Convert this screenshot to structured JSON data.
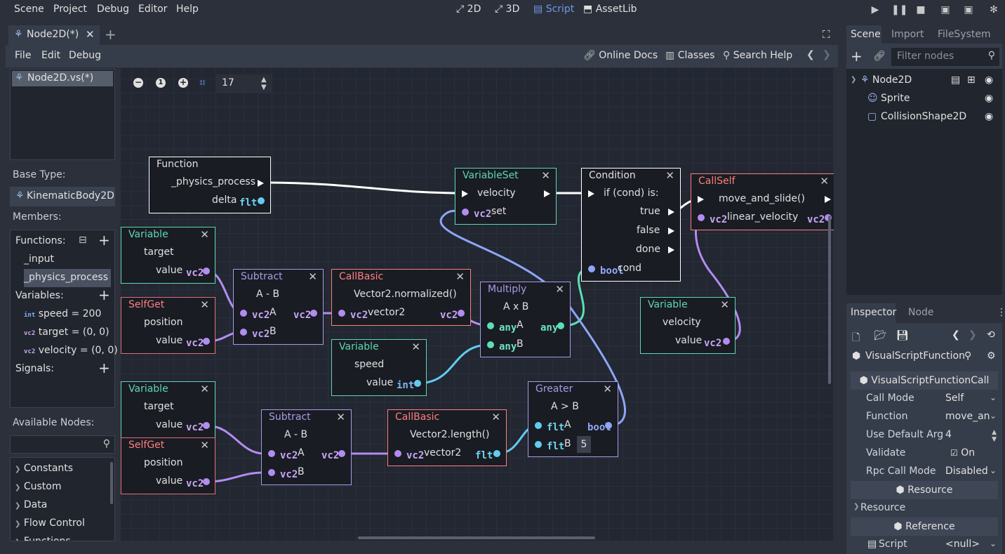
{
  "menu": {
    "scene": "Scene",
    "project": "Project",
    "debug": "Debug",
    "editor": "Editor",
    "help": "Help"
  },
  "workspaces": {
    "w2d": "2D",
    "w3d": "3D",
    "script": "Script",
    "assetlib": "AssetLib"
  },
  "tab": {
    "title": "Node2D(*)"
  },
  "script_menu": {
    "file": "File",
    "edit": "Edit",
    "debug": "Debug"
  },
  "help_bar": {
    "online_docs": "Online Docs",
    "classes": "Classes",
    "search_help": "Search Help"
  },
  "script_list": {
    "item": "Node2D.vs(*)"
  },
  "members": {
    "base_type_label": "Base Type:",
    "base_type": "KinematicBody2D",
    "members_label": "Members:",
    "functions_label": "Functions:",
    "functions": [
      "_input",
      "_physics_process"
    ],
    "variables_label": "Variables:",
    "variables": [
      {
        "type": "int",
        "text": "speed = 200"
      },
      {
        "type": "vc2",
        "text": "target = (0, 0)"
      },
      {
        "type": "vc2",
        "text": "velocity = (0, 0)"
      }
    ],
    "signals_label": "Signals:"
  },
  "available_nodes": {
    "label": "Available Nodes:",
    "items": [
      "Constants",
      "Custom",
      "Data",
      "Flow Control",
      "Functions"
    ]
  },
  "graph": {
    "zoom_value": "17",
    "nodes": {
      "function": {
        "title": "Function",
        "rows": [
          "_physics_process",
          "delta"
        ],
        "type": "flt"
      },
      "var_target1": {
        "title": "Variable",
        "name": "target",
        "out": "value",
        "type": "vc2"
      },
      "selfget1": {
        "title": "SelfGet",
        "name": "position",
        "out": "value",
        "type": "vc2"
      },
      "sub1": {
        "title": "Subtract",
        "op": "A - B",
        "a": "A",
        "b": "B"
      },
      "callbasic1": {
        "title": "CallBasic",
        "func": "Vector2.normalized()",
        "arg": "vector2"
      },
      "var_speed": {
        "title": "Variable",
        "name": "speed",
        "out": "value",
        "type": "int"
      },
      "multiply": {
        "title": "Multiply",
        "op": "A x B",
        "a": "A",
        "b": "B"
      },
      "varset": {
        "title": "VariableSet",
        "name": "velocity",
        "set": "set"
      },
      "condition": {
        "title": "Condition",
        "rows": [
          "if (cond) is:",
          "true",
          "false",
          "done",
          "cond"
        ]
      },
      "callself": {
        "title": "CallSelf",
        "func": "move_and_slide()",
        "arg": "linear_velocity"
      },
      "var_velocity": {
        "title": "Variable",
        "name": "velocity",
        "out": "value"
      },
      "var_target2": {
        "title": "Variable",
        "name": "target",
        "out": "value"
      },
      "selfget2": {
        "title": "SelfGet",
        "name": "position",
        "out": "value"
      },
      "sub2": {
        "title": "Subtract",
        "op": "A - B",
        "a": "A",
        "b": "B"
      },
      "callbasic2": {
        "title": "CallBasic",
        "func": "Vector2.length()",
        "arg": "vector2"
      },
      "greater": {
        "title": "Greater",
        "op": "A > B",
        "a": "A",
        "b": "B",
        "b_value": "5"
      }
    }
  },
  "scene_dock": {
    "tabs": [
      "Scene",
      "Import",
      "FileSystem"
    ],
    "filter_placeholder": "Filter nodes",
    "tree": [
      "Node2D",
      "Sprite",
      "CollisionShape2D"
    ]
  },
  "inspector": {
    "tabs": [
      "Inspector",
      "Node"
    ],
    "object": "VisualScriptFunction",
    "category": "VisualScriptFunctionCall",
    "props": [
      {
        "label": "Call Mode",
        "value": "Self"
      },
      {
        "label": "Function",
        "value": "move_an"
      },
      {
        "label": "Use Default Arg",
        "value": "4"
      },
      {
        "label": "Validate",
        "value": "On"
      },
      {
        "label": "Rpc Call Mode",
        "value": "Disabled"
      }
    ],
    "resource_cat": "Resource",
    "resource_prop": "Resource",
    "reference_cat": "Reference",
    "script_label": "Script",
    "script_value": "<null>"
  },
  "colors": {
    "accent": "#6c9be8",
    "v2": "#b38cf0",
    "flt": "#62cbf0",
    "any": "#5ddeb4",
    "variable_border": "#5fd6b3",
    "selfget_border": "#e06c75",
    "call_border": "#ff7f7f",
    "op_border": "#a99ae8"
  }
}
